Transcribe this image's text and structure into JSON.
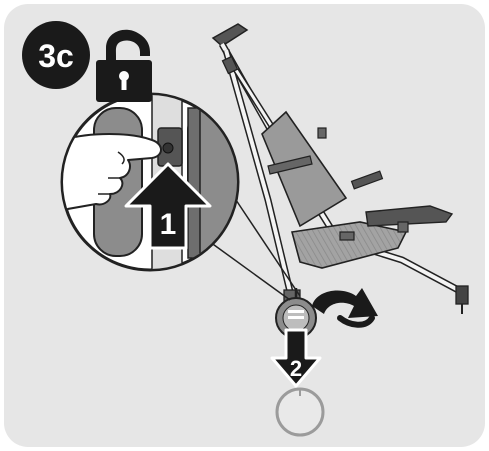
{
  "figure": {
    "step_badge": "3c",
    "arrow_up_number": "1",
    "arrow_down_number": "2",
    "icons": {
      "lock": "unlocked-padlock-icon",
      "rotate": "rotate-arrow-icon",
      "wheel_release": "wheel-release-symbol-icon"
    },
    "colors": {
      "panel": "#e6e6e6",
      "ink": "#1a1a1a",
      "wheel": "#8c8c8c",
      "seat": "#9a9a9a"
    }
  }
}
